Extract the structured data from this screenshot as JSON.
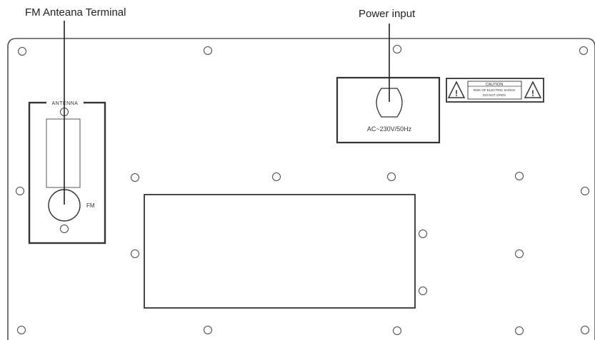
{
  "callouts": {
    "fm_antenna": "FM Anteana Terminal",
    "power_input": "Power input"
  },
  "panel_labels": {
    "antenna": "ANTENNA",
    "fm": "FM",
    "voltage": "AC~230V/50Hz"
  },
  "caution_label": {
    "title": "CAUTION",
    "line1": "RISK OF ELECTRIC SHOCK",
    "line2": "DO NOT OPEN"
  },
  "icons": {
    "warning": "warning-triangle-icon",
    "screw": "screw-hole"
  },
  "colors": {
    "line": "#2a2a2a",
    "panel": "#555555",
    "background": "#ffffff"
  }
}
